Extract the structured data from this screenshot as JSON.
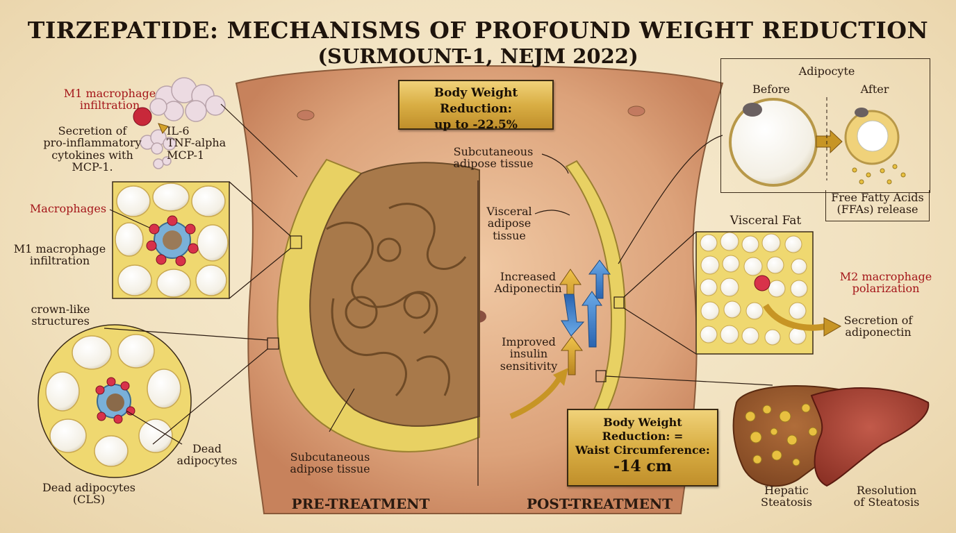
{
  "title": "TIRZEPATIDE: MECHANISMS OF PROFOUND WEIGHT  REDUCTION",
  "subtitle": "(SURMOUNT-1, NEJM 2022)",
  "left": {
    "m1_top": "M1 macrophage\ninfiltration",
    "secretion": "Secretion of\npro-inflammatory\ncytokines with\nMCP-1.",
    "cytokines": "IL-6\nTNF-alpha\nMCP-1",
    "macrophages": "Macrophages",
    "m1_mid": "M1 macrophage\ninfiltration",
    "crown": "crown-like\nstructures",
    "dead": "Dead\nadipocytes",
    "dead_cls": "Dead adipocytes\n(CLS)"
  },
  "center": {
    "weight_box": "Body Weight Reduction:\nup to -22.5%",
    "subq_top": "Subcutaneous\nadipose tissue",
    "visceral": "Visceral\nadipose\ntissue",
    "adiponectin": "Increased\nAdiponectin",
    "insulin": "Improved\ninsulin\nsensitivity",
    "subq_bottom": "Subcutaneous\nadipose tissue",
    "pre": "PRE-TREATMENT",
    "post": "POST-TREATMENT",
    "waist_box": "Body Weight\nReduction: =\nWaist Circumference:",
    "waist_value": "-14 cm"
  },
  "right": {
    "adipocyte": "Adipocyte",
    "before": "Before",
    "after": "After",
    "ffa": "Free Fatty Acids\n(FFAs) release",
    "visceral_fat": "Visceral Fat",
    "m2": "M2 macrophage\npolarization",
    "secretion_adipo": "Secretion of\nadiponectin",
    "hepatic": "Hepatic\nSteatosis",
    "resolution": "Resolution\nof Steatosis"
  },
  "colors": {
    "fat": "#e8d163",
    "skin": "#d9a27a",
    "macrophage": "#c8283a",
    "arrow_gold": "#d4a22a",
    "arrow_blue": "#3a7ec8"
  }
}
